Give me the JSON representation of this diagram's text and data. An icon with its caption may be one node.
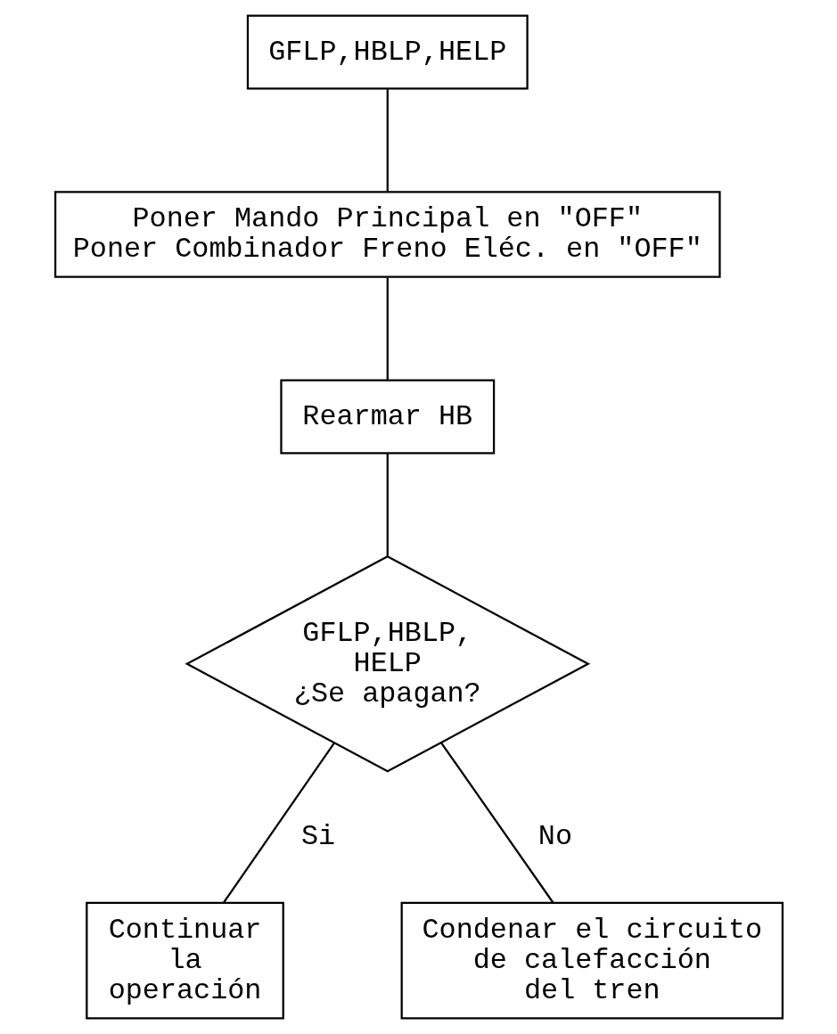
{
  "diagram": {
    "nodes": [
      {
        "text": [
          "GFLP,HBLP,HELP"
        ]
      },
      {
        "text": [
          "Poner Mando Principal en \"OFF\"",
          "Poner Combinador Freno Eléc. en \"OFF\""
        ]
      },
      {
        "text": [
          "Rearmar HB"
        ]
      },
      {
        "text": [
          "GFLP,HBLP, HELP ¿Se apagan?"
        ]
      },
      {
        "text": [
          "Continuar la operación"
        ]
      },
      {
        "text": [
          "Condenar el circuito de calefacción del tren"
        ]
      }
    ],
    "edges": [
      {
        "from": 0,
        "to": 1,
        "arrow": "none"
      },
      {
        "from": 1,
        "to": 2,
        "arrow": "none"
      },
      {
        "from": 2,
        "to": 3,
        "arrow": "none"
      },
      {
        "from": 3,
        "to": 4,
        "arrow": "none",
        "label": "Si"
      },
      {
        "from": 3,
        "to": 5,
        "arrow": "none",
        "label": "No"
      }
    ]
  }
}
